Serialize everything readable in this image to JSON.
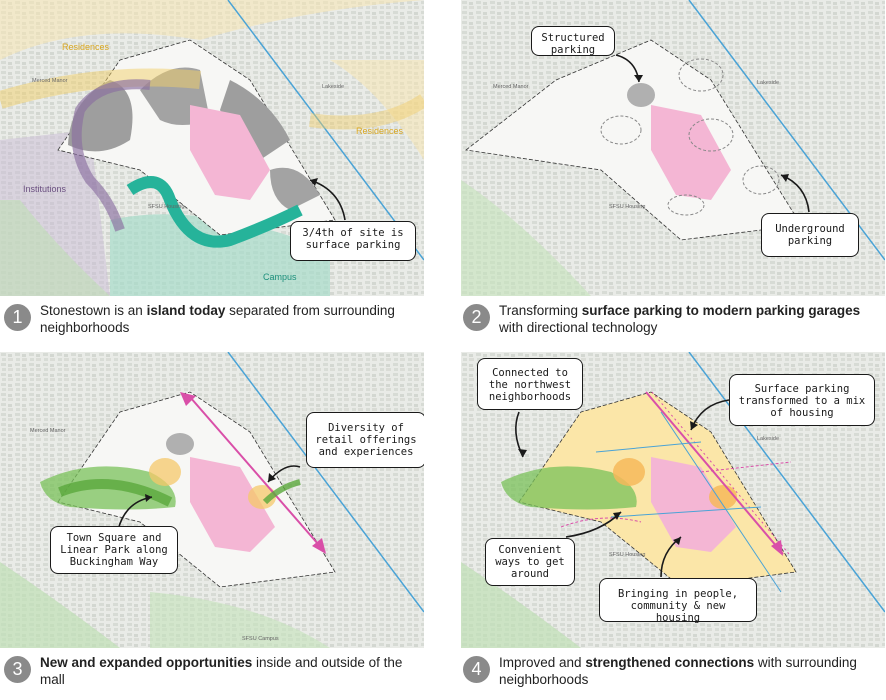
{
  "colors": {
    "parking": "#9e9e9e",
    "mall": "#f4b6d4",
    "green": "#5aa83c",
    "campus": "#26b39a",
    "residence": "#f2cf6a",
    "institution": "#8a6fa0",
    "housing": "#fbe6a8",
    "transit": "#4aa3d6",
    "magenta": "#d94fa8"
  },
  "panel1": {
    "labels": {
      "residences_top": "Residences",
      "residences_right": "Residences",
      "institutions": "Institutions",
      "campus": "Campus"
    },
    "callout": "3/4th of site is\nsurface parking"
  },
  "panel2": {
    "callout_structured": "Structured\nparking",
    "callout_underground": "Underground\nparking"
  },
  "panel3": {
    "callout_diversity": "Diversity of\nretail offerings\nand experiences",
    "callout_townsquare": "Town Square and\nLinear Park along\nBuckingham Way"
  },
  "panel4": {
    "callout_connected": "Connected to\nthe northwest\nneighborhoods",
    "callout_surface": "Surface parking\ntransformed to a mix\nof housing",
    "callout_convenient": "Convenient\nways to get\naround",
    "callout_bringing": "Bringing in people,\ncommunity & new housing"
  },
  "map_labels": {
    "merced_manor": "Merced Manor",
    "lakeside": "Lakeside",
    "sfsu_housing": "SFSU Housing",
    "sfsu_campus": "SFSU Campus"
  },
  "captions": [
    {
      "num": "1",
      "pre": "Stonestown is an ",
      "bold": "island today",
      "post": " separated from surrounding neighborhoods"
    },
    {
      "num": "2",
      "pre": "Transforming ",
      "bold": "surface parking to modern parking garages",
      "post": " with directional technology"
    },
    {
      "num": "3",
      "pre": "",
      "bold": "New and expanded opportunities",
      "post": " inside and outside of the mall"
    },
    {
      "num": "4",
      "pre": "Improved and ",
      "bold": "strengthened connections",
      "post": " with surrounding neighborhoods"
    }
  ]
}
